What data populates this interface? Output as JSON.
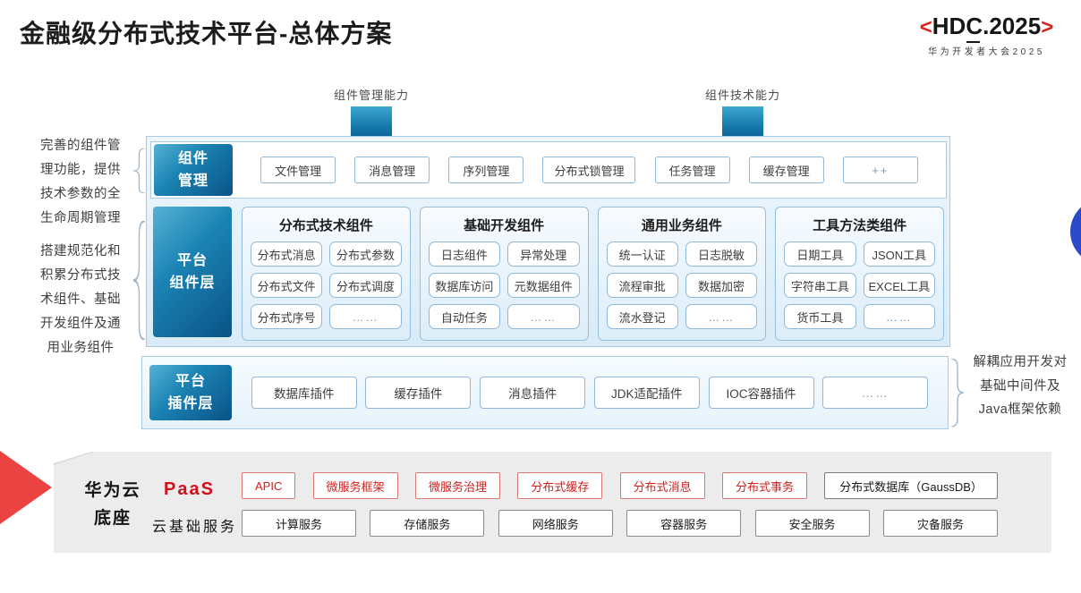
{
  "page": {
    "title": "金融级分布式技术平台-总体方案"
  },
  "logo": {
    "bracket_left": "<",
    "hd": "HD",
    "c": "C",
    "rest": ".2025",
    "bracket_right": ">",
    "subtitle": "华为开发者大会2025"
  },
  "arrows": [
    {
      "label": "组件管理能力"
    },
    {
      "label": "组件技术能力"
    }
  ],
  "left_notes": [
    {
      "text": "完善的组件管\n理功能，提供\n技术参数的全\n生命周期管理"
    },
    {
      "text": "搭建规范化和\n积累分布式技\n术组件、基础\n开发组件及通\n用业务组件"
    }
  ],
  "right_note": {
    "text": "解耦应用开发对\n基础中间件及\nJava框架依赖"
  },
  "component_mgmt": {
    "label": "组件\n管理",
    "items": [
      "文件管理",
      "消息管理",
      "序列管理",
      "分布式锁管理",
      "任务管理",
      "缓存管理",
      "++"
    ]
  },
  "platform_components": {
    "label": "平台\n组件层",
    "columns": [
      {
        "title": "分布式技术组件",
        "items": [
          "分布式消息",
          "分布式参数",
          "分布式文件",
          "分布式调度",
          "分布式序号",
          "……"
        ]
      },
      {
        "title": "基础开发组件",
        "items": [
          "日志组件",
          "异常处理",
          "数据库访问",
          "元数据组件",
          "自动任务",
          "……"
        ]
      },
      {
        "title": "通用业务组件",
        "items": [
          "统一认证",
          "日志脱敏",
          "流程审批",
          "数据加密",
          "流水登记",
          "……"
        ]
      },
      {
        "title": "工具方法类组件",
        "items": [
          "日期工具",
          "JSON工具",
          "字符串工具",
          "EXCEL工具",
          "货币工具",
          "……"
        ]
      }
    ]
  },
  "platform_plugins": {
    "label": "平台\n插件层",
    "items": [
      "数据库插件",
      "缓存插件",
      "消息插件",
      "JDK适配插件",
      "IOC容器插件",
      "……"
    ]
  },
  "cloud_base": {
    "label": "华为云\n底座",
    "paas": {
      "label": "PaaS",
      "items": [
        "APIC",
        "微服务框架",
        "微服务治理",
        "分布式缓存",
        "分布式消息",
        "分布式事务"
      ],
      "db_item": "分布式数据库（GaussDB）"
    },
    "iaas": {
      "label": "云基础服务",
      "items": [
        "计算服务",
        "存储服务",
        "网络服务",
        "容器服务",
        "安全服务",
        "灾备服务"
      ]
    }
  },
  "colors": {
    "brand_red": "#d9241f",
    "label_blue_dark": "#0a5286",
    "label_blue_light": "#56b2d5",
    "panel_blue": "#d9ebf8",
    "border_blue": "#8fb8da",
    "base_gray": "#ececec",
    "accent_dot_blue": "#2b49cb"
  }
}
